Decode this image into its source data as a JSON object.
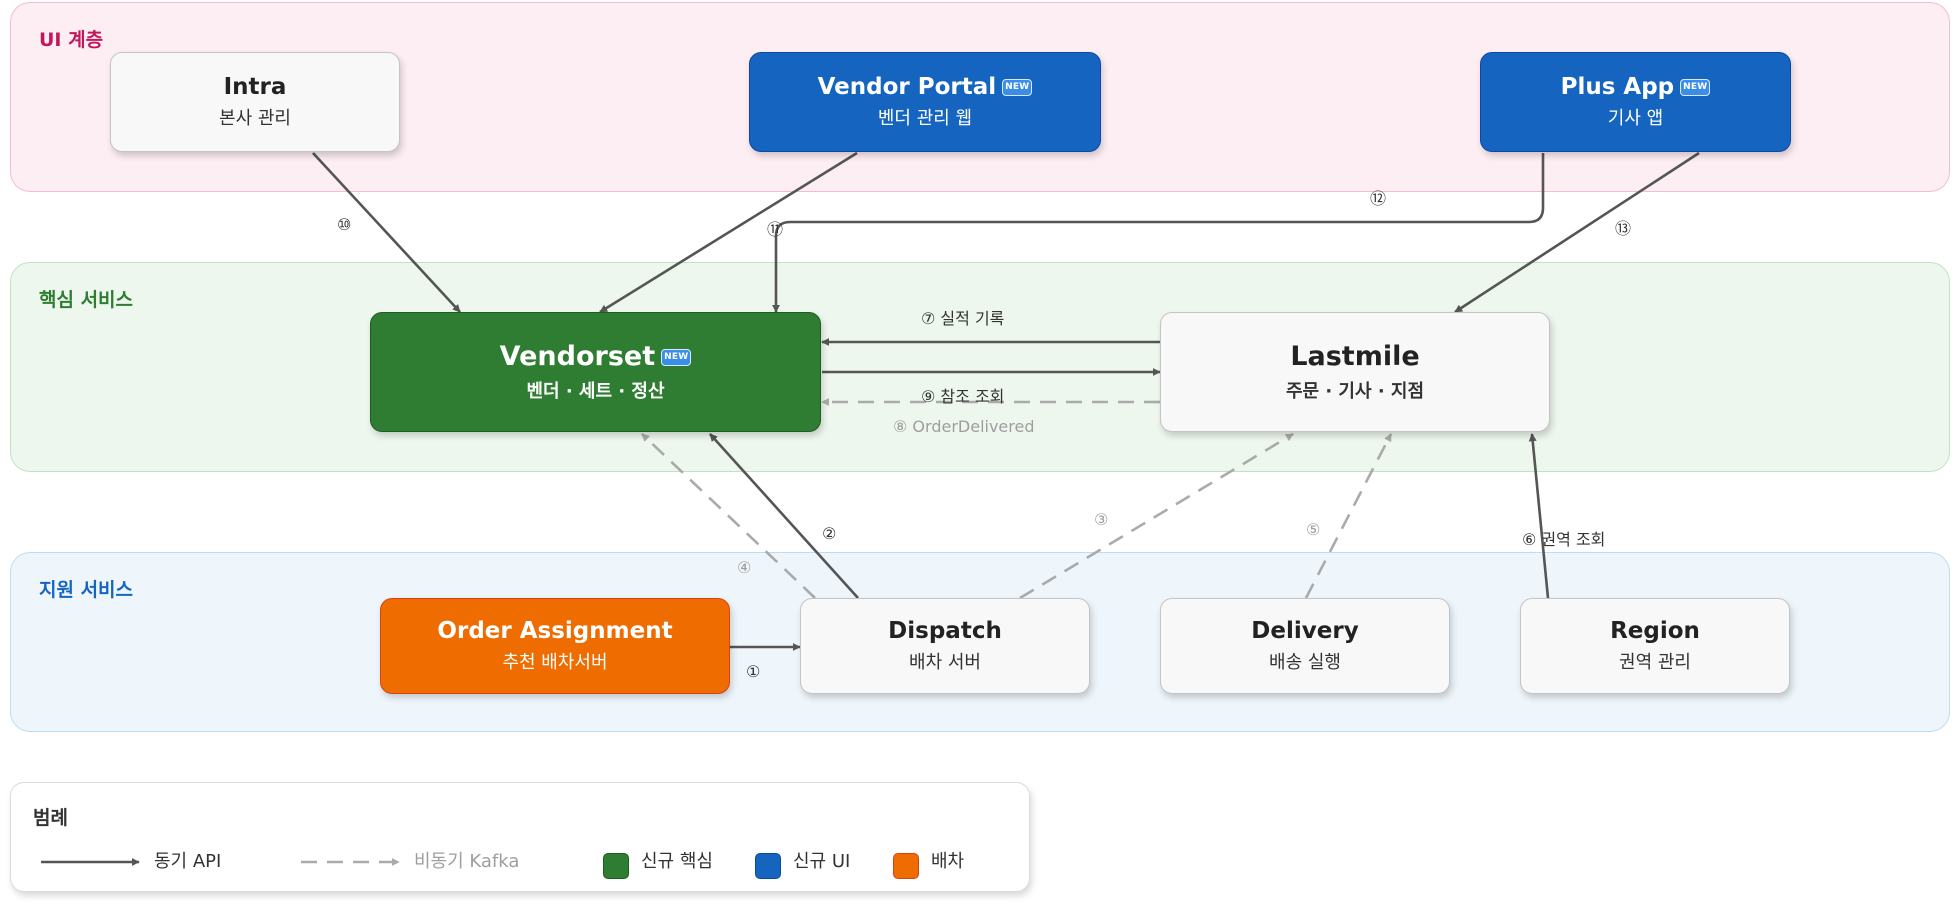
{
  "layers": {
    "ui": {
      "title": "UI 계층",
      "color": "#c2185b"
    },
    "core": {
      "title": "핵심 서비스",
      "color": "#2e7d32"
    },
    "support": {
      "title": "지원 서비스",
      "color": "#1565c0"
    }
  },
  "nodes": {
    "intra": {
      "title": "Intra",
      "subtitle": "본사 관리"
    },
    "vendor_portal": {
      "title": "Vendor Portal",
      "badge": "NEW",
      "subtitle": "벤더 관리 웹"
    },
    "plus_app": {
      "title": "Plus App",
      "badge": "NEW",
      "subtitle": "기사 앱"
    },
    "vendorset": {
      "title": "Vendorset",
      "badge": "NEW",
      "subtitle": "벤더 · 세트 · 정산"
    },
    "lastmile": {
      "title": "Lastmile",
      "subtitle": "주문 · 기사 · 지점"
    },
    "order_assignment": {
      "title": "Order Assignment",
      "subtitle": "추천 배차서버"
    },
    "dispatch": {
      "title": "Dispatch",
      "subtitle": "배차 서버"
    },
    "delivery": {
      "title": "Delivery",
      "subtitle": "배송 실행"
    },
    "region": {
      "title": "Region",
      "subtitle": "권역 관리"
    }
  },
  "edges": {
    "e1": "①",
    "e2": "②",
    "e3": "③",
    "e4": "④",
    "e5": "⑤",
    "e6": "⑥ 권역 조회",
    "e7": "⑦ 실적 기록",
    "e8": "⑧ OrderDelivered",
    "e9": "⑨ 참조 조회",
    "e10": "⑩",
    "e11": "⑪",
    "e12": "⑫",
    "e13": "⑬"
  },
  "legend": {
    "title": "범례",
    "sync": "동기 API",
    "async": "비동기 Kafka",
    "new_core": "신규 핵심",
    "new_ui": "신규 UI",
    "dispatch": "배차"
  },
  "colors": {
    "new_core": "#2e7d32",
    "new_ui": "#1565c0",
    "dispatch": "#ef6c00",
    "sync_line": "#555555",
    "async_line": "#aaaaaa"
  }
}
